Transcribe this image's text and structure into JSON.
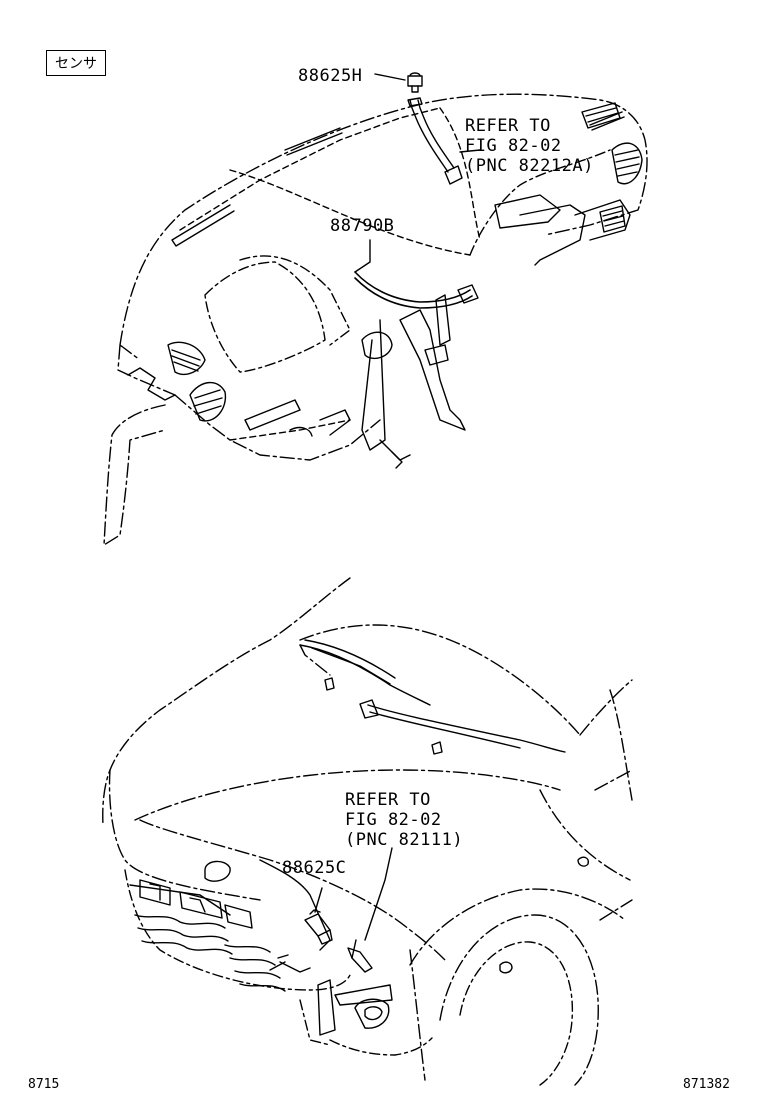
{
  "header": {
    "category_tag": "センサ"
  },
  "top_section": {
    "part_88625H": "88625H",
    "part_88790B": "88790B",
    "refer_1": "REFER TO",
    "refer_2": "FIG 82-02",
    "refer_3": "(PNC 82212A)"
  },
  "bottom_section": {
    "part_88625C": "88625C",
    "refer_1": "REFER TO",
    "refer_2": "FIG 82-02",
    "refer_3": "(PNC 82111)"
  },
  "footer": {
    "left_code": "8715",
    "right_code": "871382"
  }
}
